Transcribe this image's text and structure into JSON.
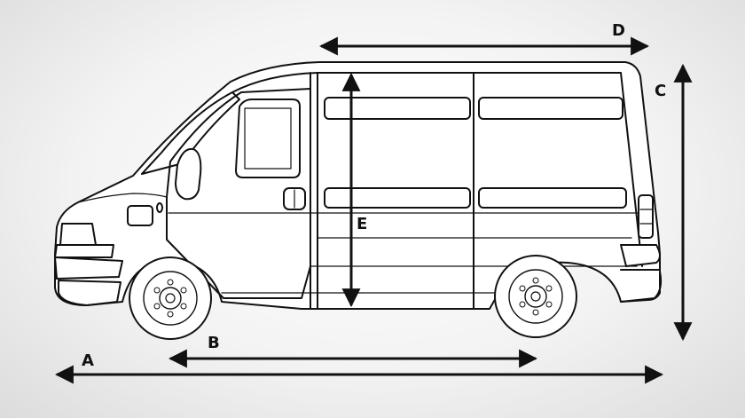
{
  "diagram": {
    "dimensions": [
      {
        "id": "A",
        "label": "A"
      },
      {
        "id": "B",
        "label": "B"
      },
      {
        "id": "C",
        "label": "C"
      },
      {
        "id": "D",
        "label": "D"
      },
      {
        "id": "E",
        "label": "E"
      }
    ]
  },
  "colors": {
    "line": "#111111",
    "background": "#f3f3f3",
    "vehicle_fill": "#ffffff"
  }
}
